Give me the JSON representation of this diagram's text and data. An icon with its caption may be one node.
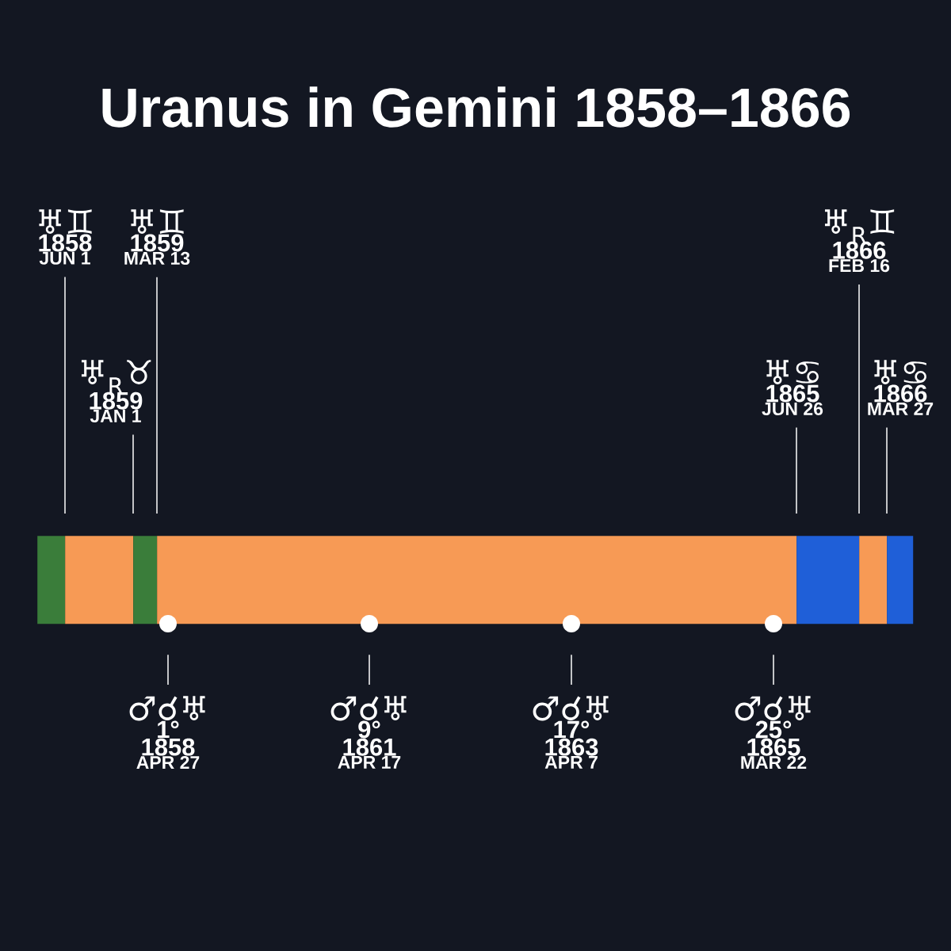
{
  "diagram": {
    "title": "Uranus in Gemini 1858–1866",
    "nodes": [
      {
        "text": [
          "♅♊",
          "1858",
          "JUN 1"
        ]
      },
      {
        "text": [
          "♅♊",
          "1859",
          "MAR 13"
        ]
      },
      {
        "text": [
          "♅$_{R}$♉",
          "1859",
          "JAN 1"
        ]
      },
      {
        "text": [
          "♅♋",
          "1865",
          "JUN 26"
        ]
      },
      {
        "text": [
          "♅$_{R}$♊",
          "1866",
          "FEB 16"
        ]
      },
      {
        "text": [
          "♅♋",
          "1866",
          "MAR 27"
        ]
      },
      {
        "text": [
          "♂☌♅",
          "1°",
          "1858",
          "APR 27"
        ]
      },
      {
        "text": [
          "♂☌♅",
          "9°",
          "1861",
          "APR 17"
        ]
      },
      {
        "text": [
          "♂☌♅",
          "17°",
          "1863",
          "APR 7"
        ]
      },
      {
        "text": [
          "♂☌♅",
          "25°",
          "1865",
          "MAR 22"
        ]
      },
      {
        "text": [],
        "shape": "bar"
      },
      {
        "text": [],
        "shape": "bar"
      },
      {
        "text": [],
        "shape": "bar"
      },
      {
        "text": [],
        "shape": "bar"
      },
      {
        "text": [],
        "shape": "bar"
      },
      {
        "text": [],
        "shape": "bar"
      },
      {
        "text": [],
        "shape": "bar"
      },
      {
        "text": [],
        "shape": "circle"
      },
      {
        "text": [],
        "shape": "circle"
      },
      {
        "text": [],
        "shape": "circle"
      },
      {
        "text": [],
        "shape": "circle"
      }
    ],
    "edges": [
      {
        "from": 0,
        "to": 11,
        "arrow": "none"
      },
      {
        "from": 1,
        "to": 13,
        "arrow": "none"
      },
      {
        "from": 2,
        "to": 12,
        "arrow": "none"
      },
      {
        "from": 3,
        "to": 14,
        "arrow": "none"
      },
      {
        "from": 4,
        "to": 15,
        "arrow": "none"
      },
      {
        "from": 5,
        "to": 16,
        "arrow": "none"
      },
      {
        "from": 6,
        "to": 17,
        "arrow": "none"
      },
      {
        "from": 7,
        "to": 18,
        "arrow": "none"
      },
      {
        "from": 8,
        "to": 19,
        "arrow": "none"
      },
      {
        "from": 9,
        "to": 20,
        "arrow": "none"
      }
    ]
  }
}
